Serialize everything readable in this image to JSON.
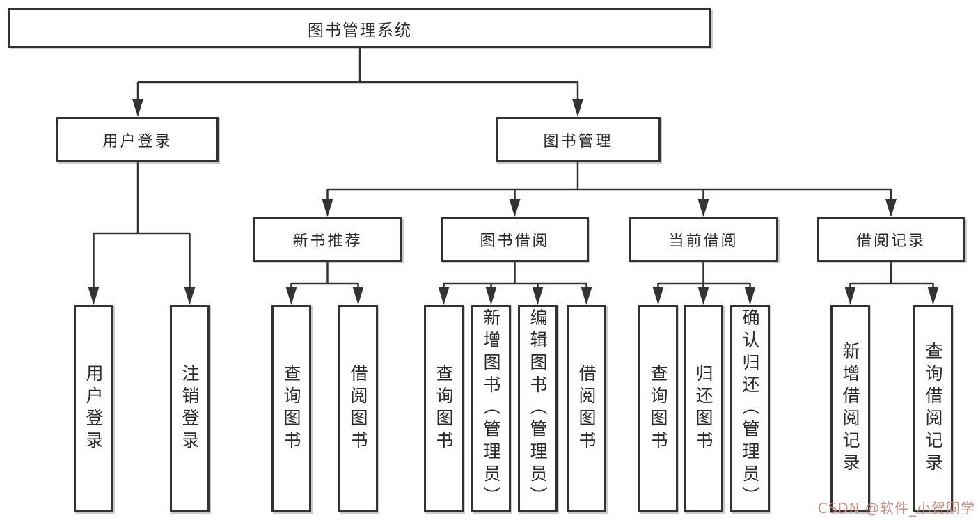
{
  "tree": {
    "root": {
      "label": "图书管理系统",
      "children": [
        {
          "label": "用户登录",
          "children": [
            {
              "label": "用户登录"
            },
            {
              "label": "注销登录"
            }
          ]
        },
        {
          "label": "图书管理",
          "children": [
            {
              "label": "新书推荐",
              "children": [
                {
                  "label": "查询图书"
                },
                {
                  "label": "借阅图书"
                }
              ]
            },
            {
              "label": "图书借阅",
              "children": [
                {
                  "label": "查询图书"
                },
                {
                  "label": "新增图书（管理员）"
                },
                {
                  "label": "编辑图书（管理员）"
                },
                {
                  "label": "借阅图书"
                }
              ]
            },
            {
              "label": "当前借阅",
              "children": [
                {
                  "label": "查询图书"
                },
                {
                  "label": "归还图书"
                },
                {
                  "label": "确认归还（管理员）"
                }
              ]
            },
            {
              "label": "借阅记录",
              "children": [
                {
                  "label": "新增借阅记录"
                },
                {
                  "label": "查询借阅记录"
                }
              ]
            }
          ]
        }
      ]
    }
  },
  "watermark": {
    "text": "CSDN @软件_小贺同学",
    "color": "#cc8e82"
  },
  "colors": {
    "line": "#333333",
    "text": "#2b2b2b",
    "background": "#ffffff"
  }
}
